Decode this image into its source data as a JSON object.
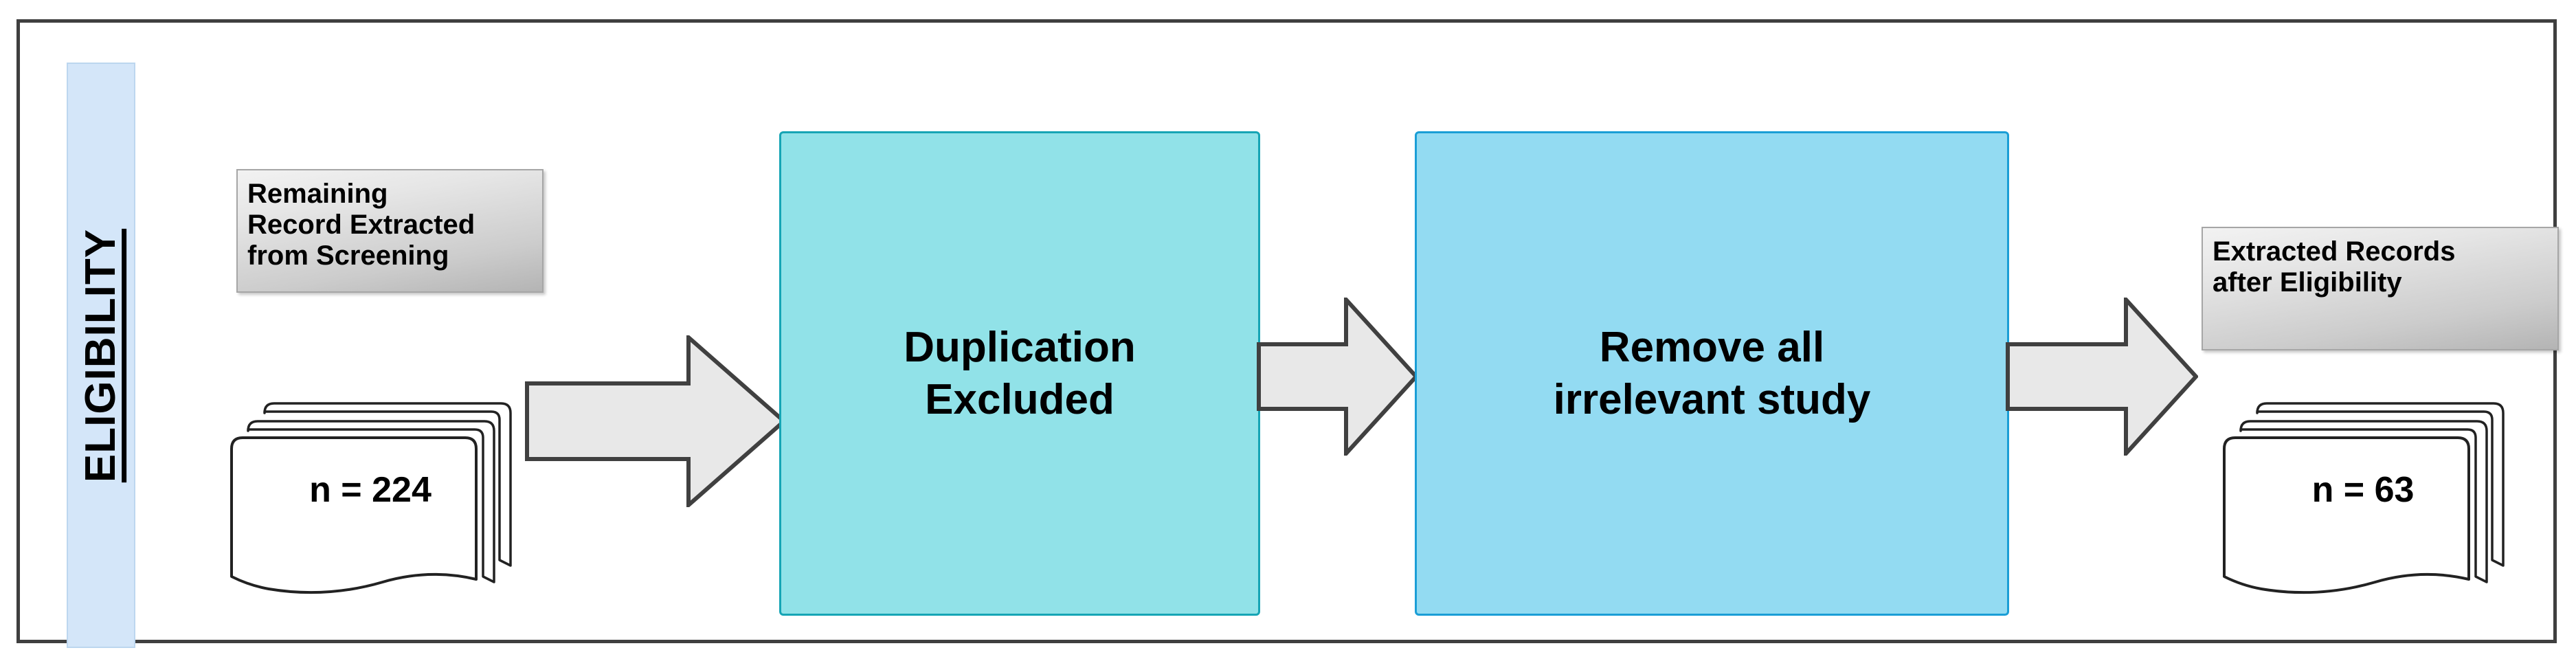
{
  "diagram": {
    "stage_label": "ELIGIBILITY",
    "nodes": {
      "caption_remaining": "Remaining\nRecord Extracted\nfrom Screening",
      "records_in": "n = 224",
      "process_duplication": "Duplication\nExcluded",
      "process_irrelevant": "Remove all\nirrelevant study",
      "caption_extracted": "Extracted Records\nafter Eligibility",
      "records_out": "n = 63"
    },
    "colors": {
      "stage_band": "#d4e6f9",
      "stage_band_border": "#bcd6ef",
      "duplication_fill": "#91e2e8",
      "duplication_border": "#16a5b5",
      "irrelevant_fill": "#93dbf2",
      "irrelevant_border": "#1a9ed6",
      "caption_fill": "#cccccc",
      "arrow_fill": "#e8e8e8",
      "arrow_border": "#404040",
      "frame_border": "#3f3f3f"
    }
  }
}
